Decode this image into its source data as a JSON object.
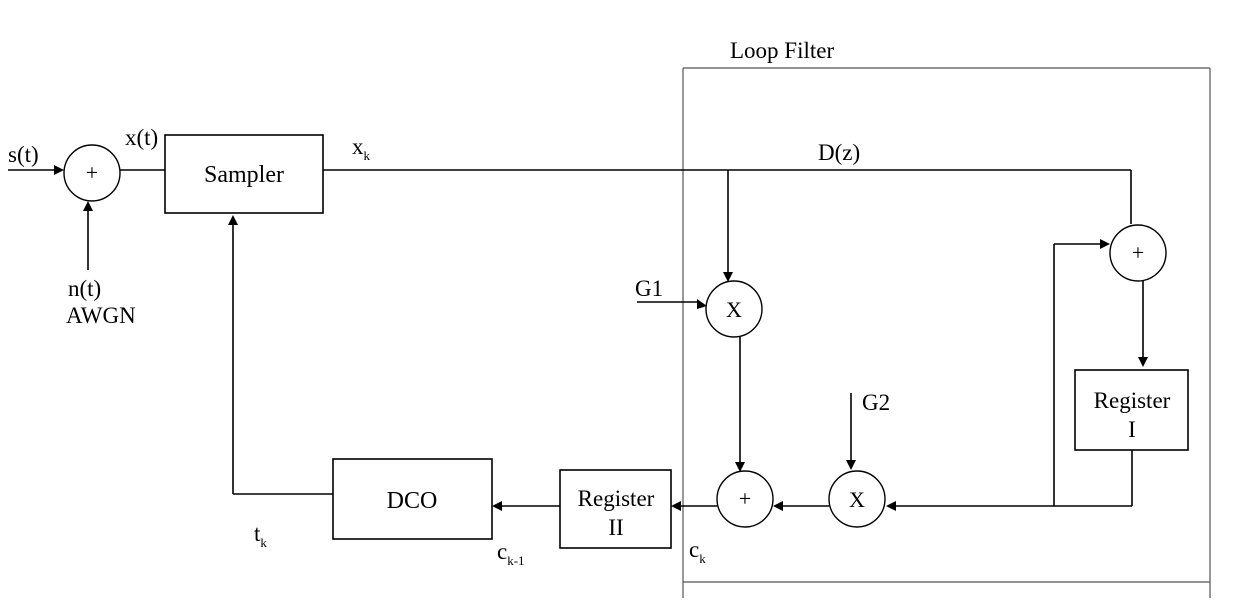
{
  "loop_filter": {
    "label": "Loop Filter"
  },
  "signals": {
    "input": "s(t)",
    "noise": "n(t)",
    "noise_type": "AWGN",
    "sampler_in": "x(t)",
    "sampled_base": "x",
    "sampled_sub": "k",
    "transfer": "D(z)",
    "gain1": "G1",
    "gain2": "G2",
    "timing_base": "t",
    "timing_sub": "k",
    "dco_in_base": "c",
    "dco_in_sub": "k-1",
    "filter_out_base": "c",
    "filter_out_sub": "k"
  },
  "blocks": {
    "sampler": "Sampler",
    "dco": "DCO",
    "register1_line1": "Register",
    "register1_line2": "I",
    "register2_line1": "Register",
    "register2_line2": "II"
  },
  "operators": {
    "adder": "+",
    "multiplier": "X"
  }
}
